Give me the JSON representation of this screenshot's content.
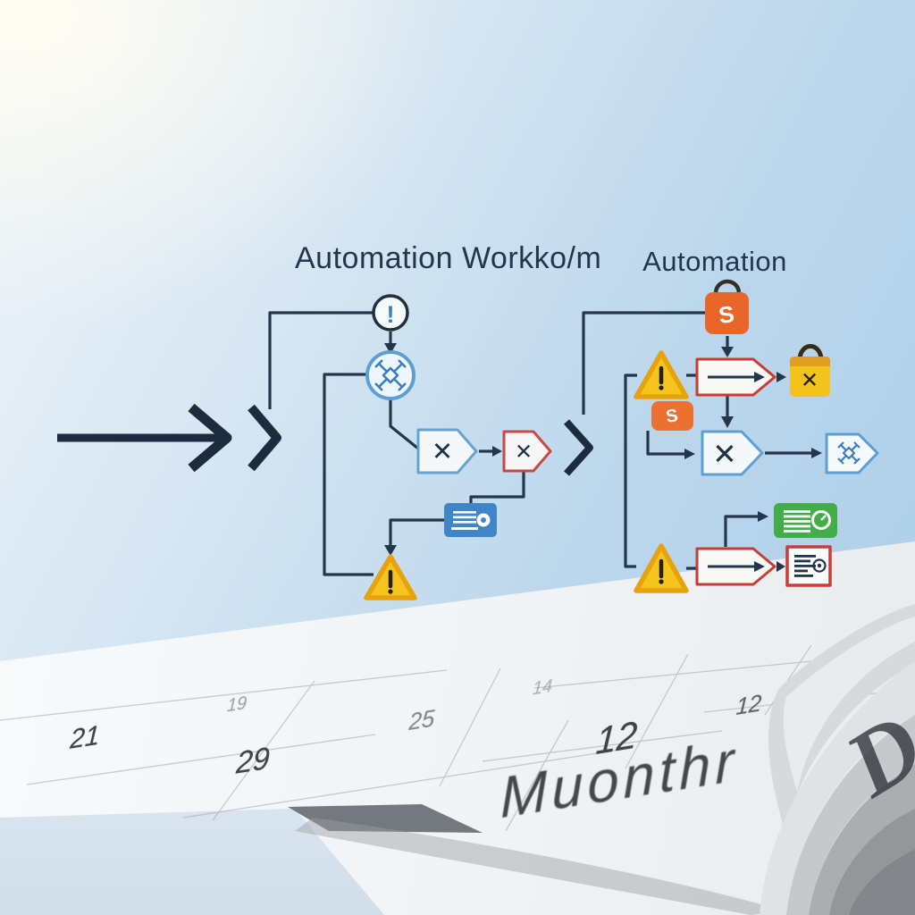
{
  "titles": {
    "left": "Automation Workko/m",
    "right": "Automation"
  },
  "calendar": {
    "month": "Muonthr",
    "curl_letter": "D",
    "numbers": [
      {
        "value": "21"
      },
      {
        "value": "29"
      },
      {
        "value": "19"
      },
      {
        "value": "25"
      },
      {
        "value": "14"
      },
      {
        "value": "12"
      },
      {
        "value": "12"
      }
    ]
  },
  "glyphs": {
    "exclamation": "!",
    "cross": "✕",
    "sync": "S"
  },
  "icons": {
    "start-node": "circle-exclamation-icon",
    "gateway-node": "circle-crossed-gateway-icon",
    "task-node-blue": "pentagon-x-icon",
    "task-node-red": "pentagon-x-red-icon",
    "document-task": "document-lines-circle-icon",
    "warning": "warning-triangle-icon",
    "sync-box": "sync-s-badge-icon",
    "bag-cancel": "shopping-bag-x-icon",
    "report-green": "document-lines-clock-icon",
    "report-red": "document-lines-clock-icon",
    "arrow-task": "pentagon-arrow-icon",
    "sparkle-gateway": "pentagon-sparkle-icon"
  },
  "colors": {
    "accent_blue": "#5b9fd4",
    "glyph_blue": "#3a7fc1",
    "dark_navy": "#24364a",
    "orange": "#e8662a",
    "yellow": "#f5c51d",
    "red": "#c93b35",
    "green": "#43ad49",
    "node_blue": "#3f86c8",
    "background_blue": "#a8cde9"
  }
}
